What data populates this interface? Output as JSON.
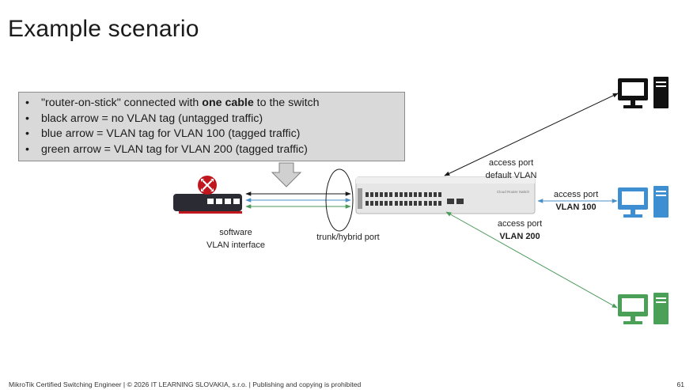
{
  "slide": {
    "title": "Example scenario",
    "bullets": {
      "b1_pre": "\"router-on-stick\" connected with ",
      "b1_bold": "one cable",
      "b1_post": " to the switch",
      "b2": "black arrow = no VLAN tag (untagged traffic)",
      "b3": "blue arrow = VLAN tag for VLAN 100 (tagged traffic)",
      "b4": "green arrow = VLAN tag for VLAN 200 (tagged traffic)"
    },
    "labels": {
      "software_line1": "software",
      "software_line2": "VLAN interface",
      "trunk": "trunk/hybrid port",
      "access_default_line1": "access port",
      "access_default_line2": "default VLAN",
      "access_100_line1": "access port",
      "access_100_line2": "VLAN 100",
      "access_200_line1": "access port",
      "access_200_line2": "VLAN 200"
    },
    "switch_text": "Cloud Router Switch",
    "footer": "MikroTik Certified Switching Engineer | © 2026 IT LEARNING SLOVAKIA, s.r.o. | Publishing and copying is prohibited",
    "page_number": "61"
  },
  "colors": {
    "black_arrow": "#1a1a1a",
    "blue_arrow": "#4a90c8",
    "green_arrow": "#4a9a5a",
    "router_red": "#c0161e",
    "pc_black": "#111111",
    "pc_blue": "#3d8fd1",
    "pc_green": "#4aa057"
  },
  "icons": [
    "router-icon",
    "switch-icon",
    "computer-black-icon",
    "computer-blue-icon",
    "computer-green-icon",
    "down-arrow-icon"
  ]
}
